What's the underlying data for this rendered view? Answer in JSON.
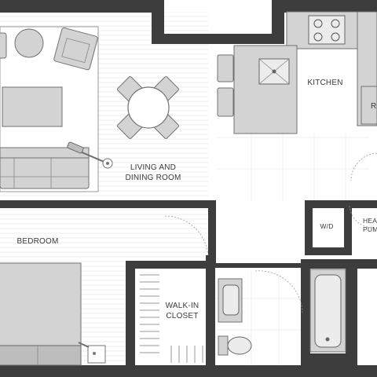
{
  "floor_plan": {
    "rooms": [
      {
        "id": "living",
        "lines": [
          "LIVING AND",
          "DINING ROOM"
        ]
      },
      {
        "id": "kitchen",
        "lines": [
          "KITCHEN"
        ]
      },
      {
        "id": "bedroom",
        "lines": [
          "BEDROOM"
        ]
      },
      {
        "id": "closet",
        "lines": [
          "WALK-IN",
          "CLOSET"
        ]
      },
      {
        "id": "wd",
        "lines": [
          "W/D"
        ]
      },
      {
        "id": "heat",
        "lines": [
          "HEA",
          "PUM"
        ]
      }
    ],
    "kitchen_edge_label": "R",
    "colors": {
      "wall": "#3d3d3d",
      "furniture": "#d3d3d3",
      "outline": "#707070",
      "floor_lines": "#ececec"
    }
  }
}
